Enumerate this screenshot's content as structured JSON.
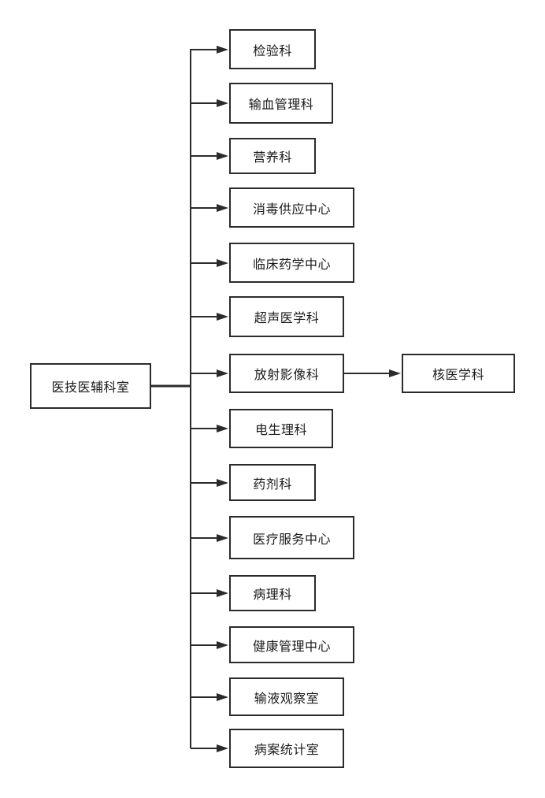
{
  "diagram": {
    "root": {
      "label": "医技医辅科室"
    },
    "children": [
      {
        "label": "检验科"
      },
      {
        "label": "输血管理科"
      },
      {
        "label": "营养科"
      },
      {
        "label": "消毒供应中心"
      },
      {
        "label": "临床药学中心"
      },
      {
        "label": "超声医学科"
      },
      {
        "label": "放射影像科",
        "child": {
          "label": "核医学科"
        }
      },
      {
        "label": "电生理科"
      },
      {
        "label": "药剂科"
      },
      {
        "label": "医疗服务中心"
      },
      {
        "label": "病理科"
      },
      {
        "label": "健康管理中心"
      },
      {
        "label": "输液观察室"
      },
      {
        "label": "病案统计室"
      }
    ]
  }
}
